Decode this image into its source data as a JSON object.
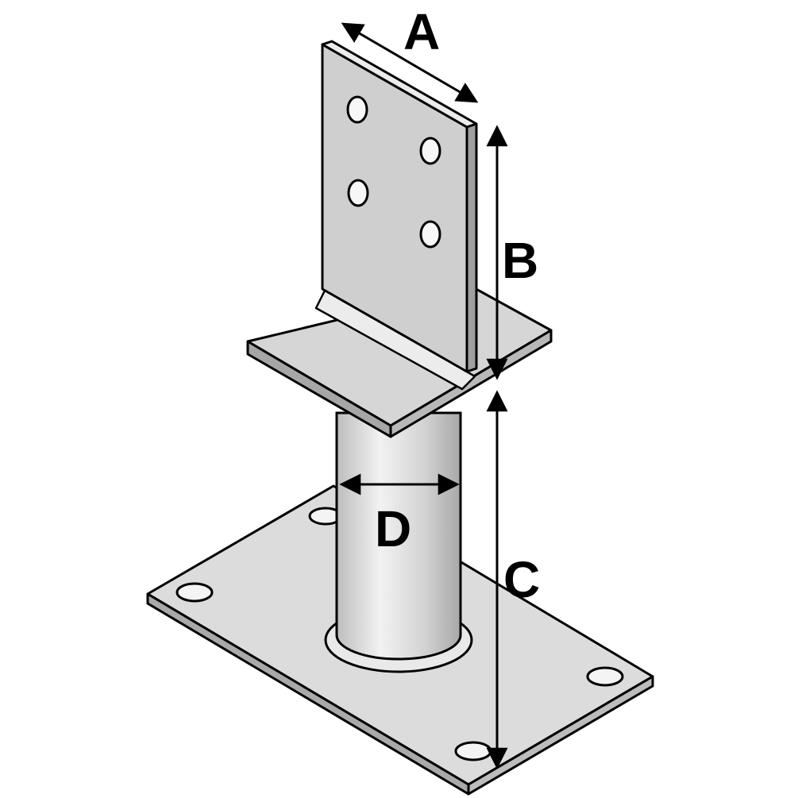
{
  "diagram": {
    "labels": {
      "a": "A",
      "b": "B",
      "c": "C",
      "d": "D"
    },
    "colors": {
      "metal_light": "#d9d9d9",
      "metal_mid": "#c8c8c8",
      "metal_dark": "#a9a9a9",
      "outline": "#000000",
      "background": "#ffffff"
    }
  }
}
